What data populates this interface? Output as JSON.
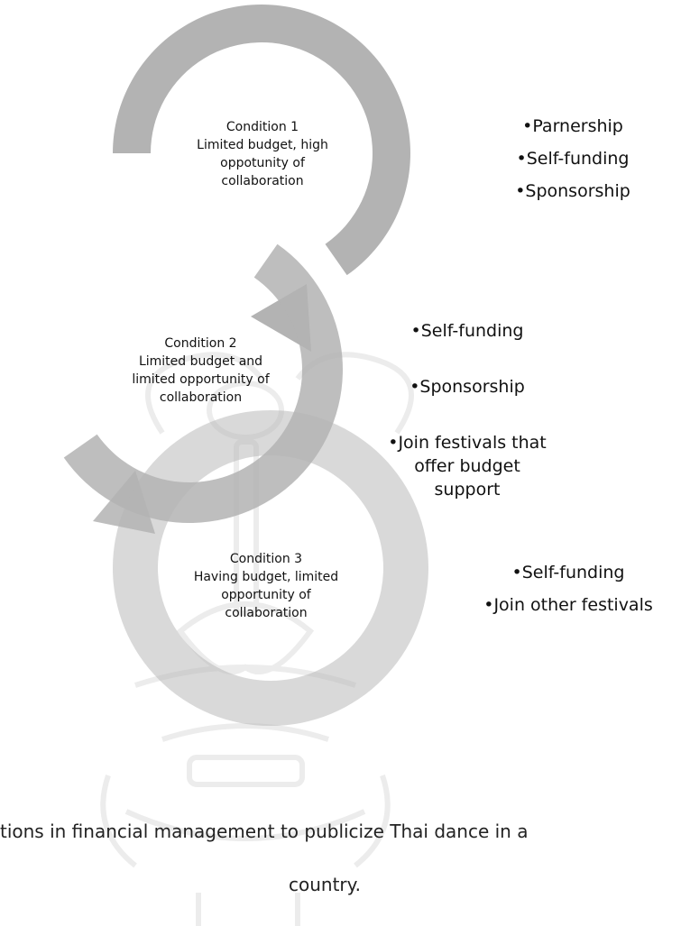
{
  "conditions": [
    {
      "title": "Condition 1",
      "description_lines": [
        "Limited budget, high",
        "oppotunity of",
        "collaboration"
      ],
      "strategies": [
        "•Parnership",
        "•Self-funding",
        "•Sponsorship"
      ]
    },
    {
      "title": "Condition 2",
      "description_lines": [
        "Limited budget and",
        "limited opportunity of",
        "collaboration"
      ],
      "strategies": [
        "•Self-funding",
        "•Sponsorship",
        "•Join festivals that\noffer budget\nsupport"
      ]
    },
    {
      "title": "Condition 3",
      "description_lines": [
        "Having budget, limited",
        "opportunity of",
        "collaboration"
      ],
      "strategies": [
        "•Self-funding",
        "•Join other festivals"
      ]
    }
  ],
  "caption": {
    "line1": "tions in financial management to publicize Thai dance in a",
    "line2": "country."
  },
  "colors": {
    "arrow_fill": "#b3b3b3",
    "seal_watermark": "#efefef"
  }
}
